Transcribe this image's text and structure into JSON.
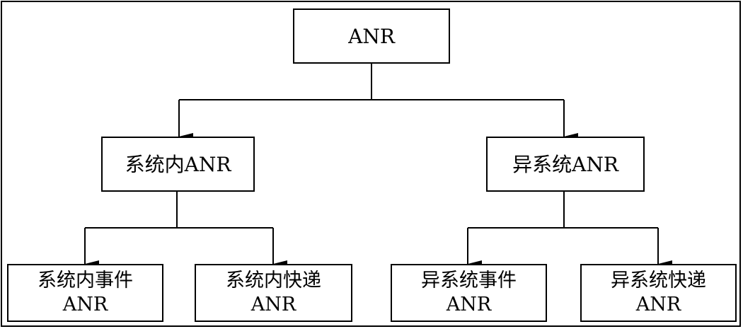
{
  "diagram": {
    "nodes": {
      "root": {
        "label": "ANR"
      },
      "intra_system": {
        "label": "系统内ANR"
      },
      "inter_system": {
        "label": "异系统ANR"
      },
      "intra_event": {
        "line1": "系统内事件",
        "line2": "ANR"
      },
      "intra_fast": {
        "line1": "系统内快递",
        "line2": "ANR"
      },
      "inter_event": {
        "line1": "异系统事件",
        "line2": "ANR"
      },
      "inter_fast": {
        "line1": "异系统快递",
        "line2": "ANR"
      }
    },
    "edges": [
      {
        "from": "root",
        "to": "intra_system"
      },
      {
        "from": "root",
        "to": "inter_system"
      },
      {
        "from": "intra_system",
        "to": "intra_event"
      },
      {
        "from": "intra_system",
        "to": "intra_fast"
      },
      {
        "from": "inter_system",
        "to": "inter_event"
      },
      {
        "from": "inter_system",
        "to": "inter_fast"
      }
    ]
  }
}
